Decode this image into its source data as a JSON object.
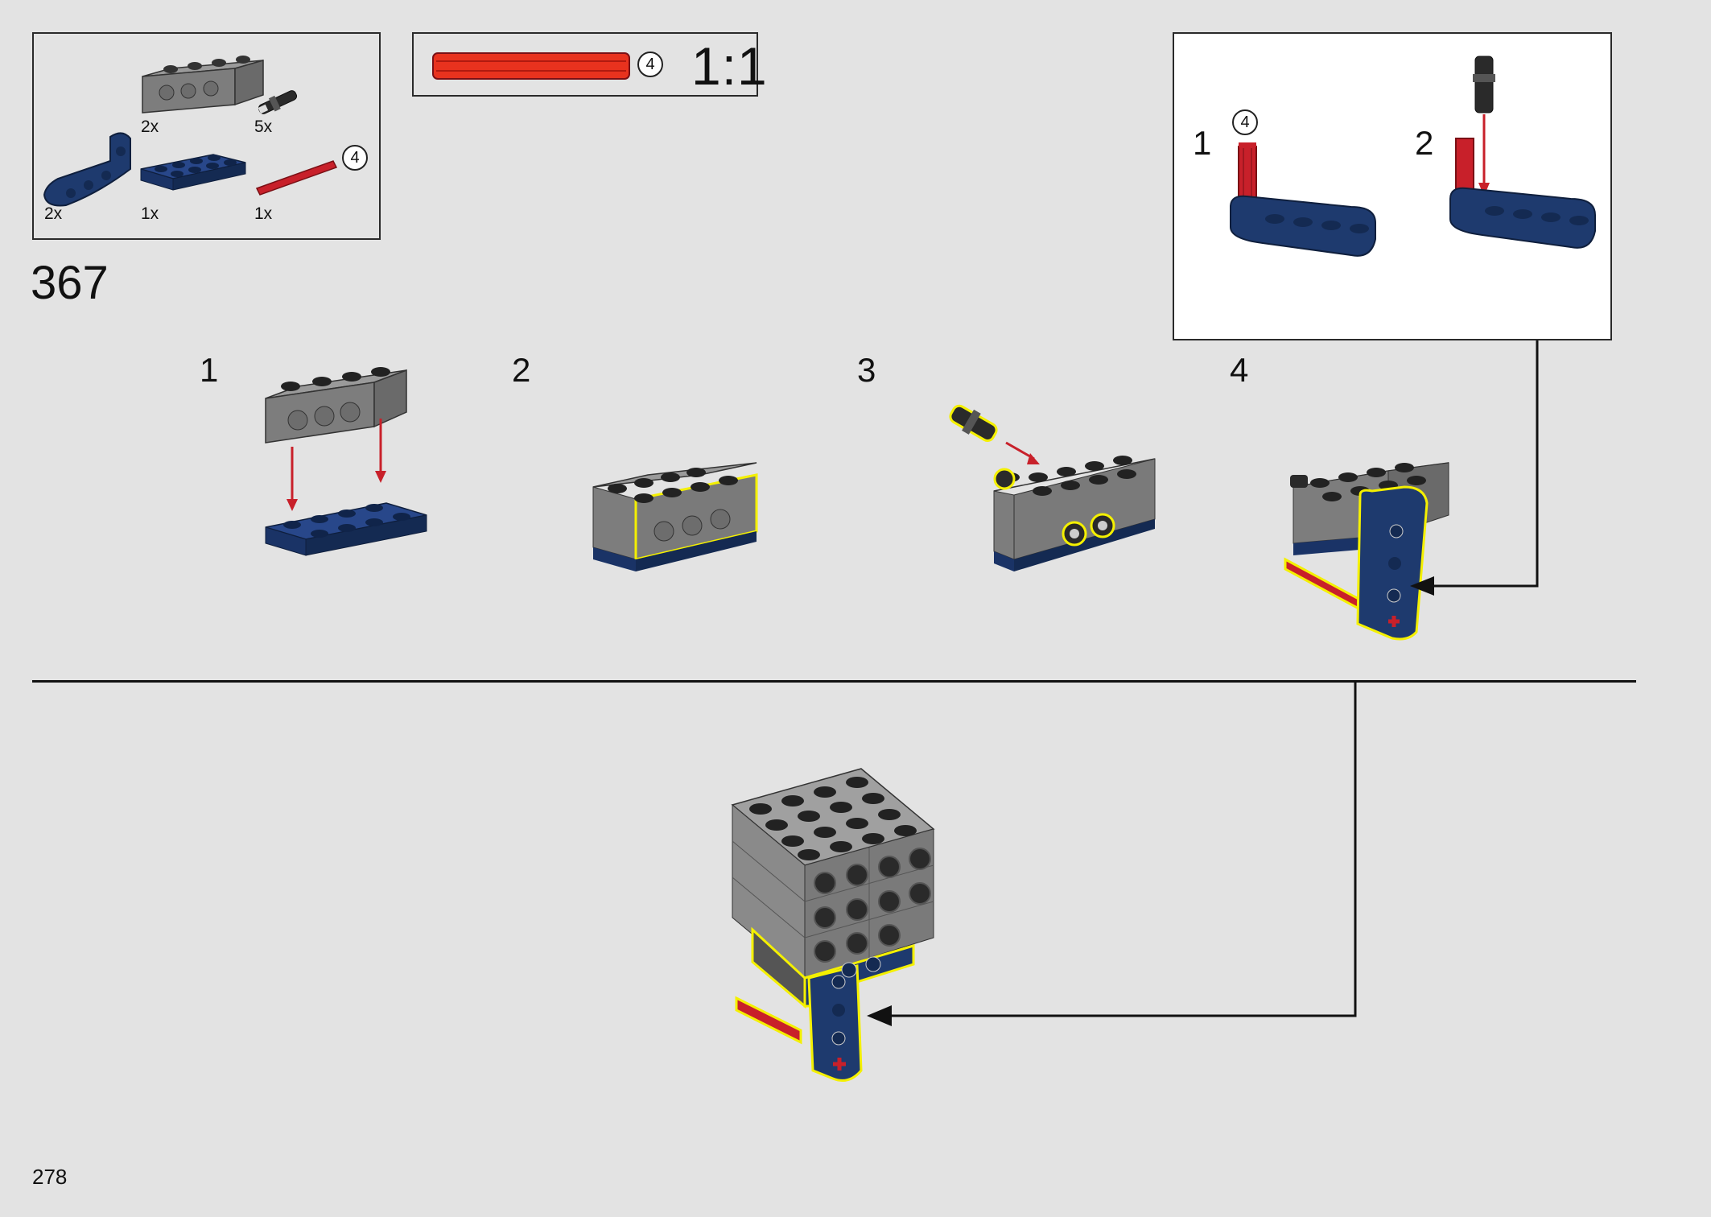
{
  "step": {
    "number": "367"
  },
  "page": {
    "number": "278"
  },
  "parts_list": [
    {
      "part": "gray-technic-brick-1x4",
      "qty": "2x"
    },
    {
      "part": "black-technic-pin",
      "qty": "5x"
    },
    {
      "part": "blue-technic-beam-L",
      "qty": "2x"
    },
    {
      "part": "blue-plate-2x4",
      "qty": "1x"
    },
    {
      "part": "red-axle",
      "qty": "1x",
      "length_badge": "4"
    }
  ],
  "scale_box": {
    "length_badge": "4",
    "ratio_label": "1:1"
  },
  "substeps": [
    "1",
    "2",
    "3",
    "4"
  ],
  "callout": {
    "items": [
      {
        "num": "1",
        "badge": "4"
      },
      {
        "num": "2"
      }
    ]
  },
  "colors": {
    "background": "#e3e3e3",
    "dark_blue": "#1e3a6e",
    "gray": "#8a8a8a",
    "red": "#c8202a",
    "highlight": "#f4f000",
    "arrow_red": "#c8202a"
  }
}
